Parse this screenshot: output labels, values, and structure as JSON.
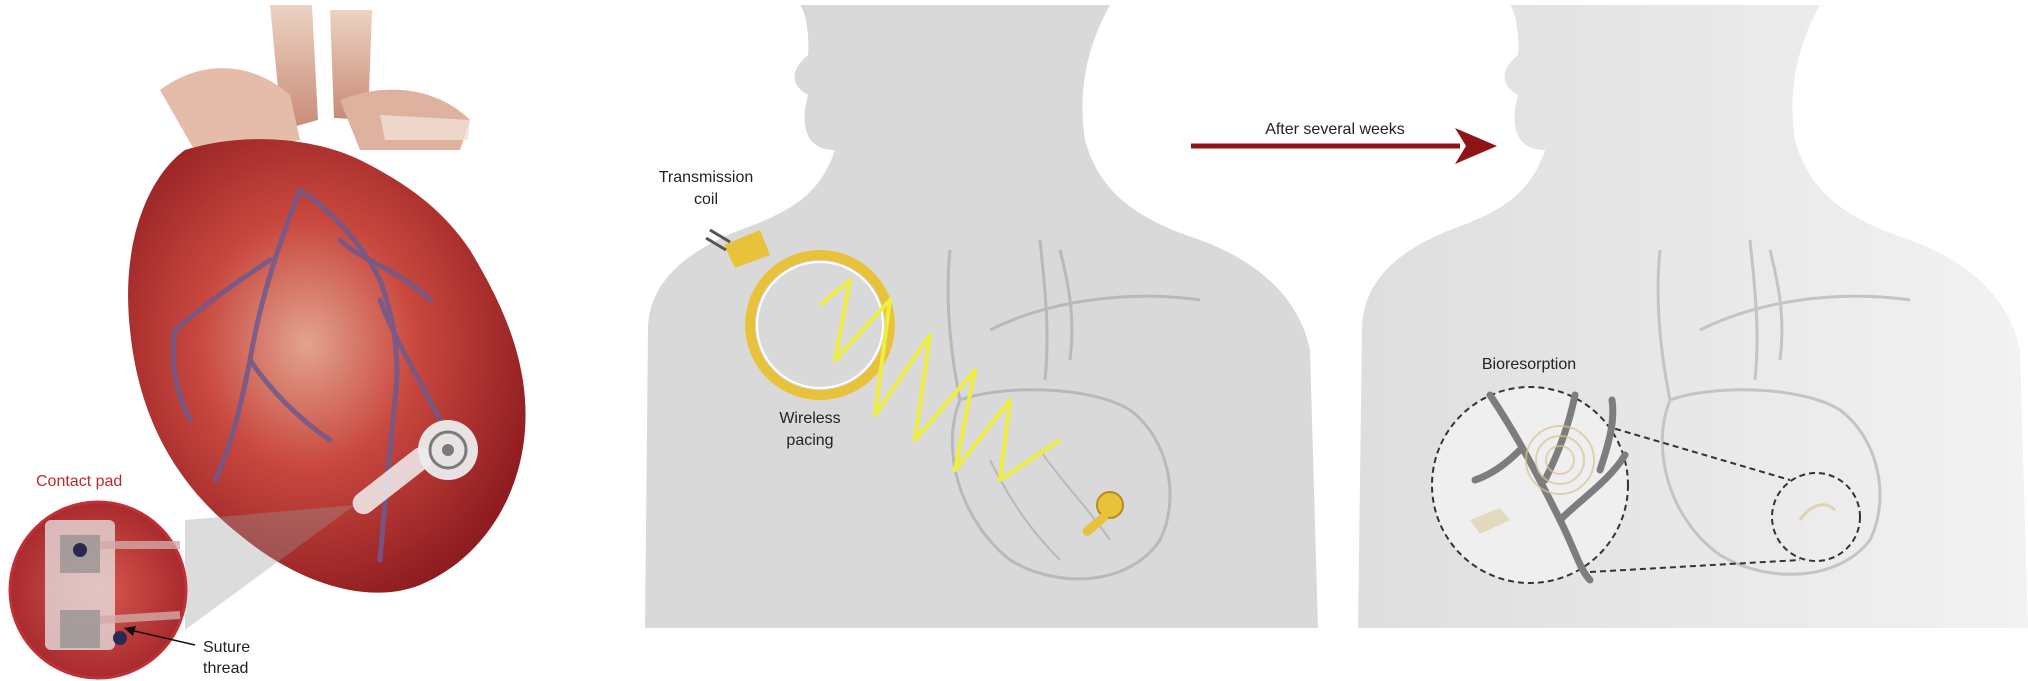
{
  "labels": {
    "contact_pad": "Contact pad",
    "suture_thread_line1": "Suture",
    "suture_thread_line2": "thread",
    "transmission_coil_line1": "Transmission",
    "transmission_coil_line2": "coil",
    "wireless_pacing_line1": "Wireless",
    "wireless_pacing_line2": "pacing",
    "after_several_weeks": "After several weeks",
    "bioresorption": "Bioresorption"
  },
  "colors": {
    "heart_red": "#b8282c",
    "body_gray": "#d9d9d9",
    "coil_gold": "#e8c23a",
    "pacing_wave": "#eeee40",
    "arrow_red": "#8e1416",
    "label_red": "#c0282e"
  }
}
